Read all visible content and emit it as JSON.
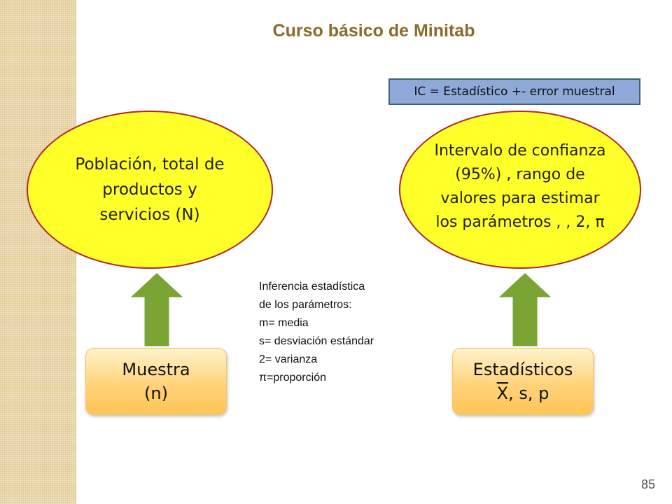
{
  "slide": {
    "title": "Curso básico de Minitab",
    "page_number": "85"
  },
  "formula_box": "IC = Estadístico +- error muestral",
  "left_ellipse": {
    "text": "Población, total de productos y servicios (N)"
  },
  "right_ellipse": {
    "text": "Intervalo de confianza (95%) , rango de valores para estimar los parámetros , , 2, π"
  },
  "left_box": {
    "line1": "Muestra",
    "line2": "(n)"
  },
  "right_box": {
    "line1": "Estadísticos",
    "xbar": "X",
    "rest": ", s, p"
  },
  "inference": {
    "lines": [
      "Inferencia estadística",
      "de los parámetros:",
      "m= media",
      "s= desviación estándar",
      " 2= varianza",
      " π=proporción"
    ]
  },
  "colors": {
    "ellipse_fill": "#ffff2a",
    "ellipse_border": "#b02828",
    "arrow_green": "#7aa534",
    "box_orange": "#ffd37a",
    "title_color": "#8a6b2e",
    "formula_box_fill": "#8ea8d8"
  }
}
